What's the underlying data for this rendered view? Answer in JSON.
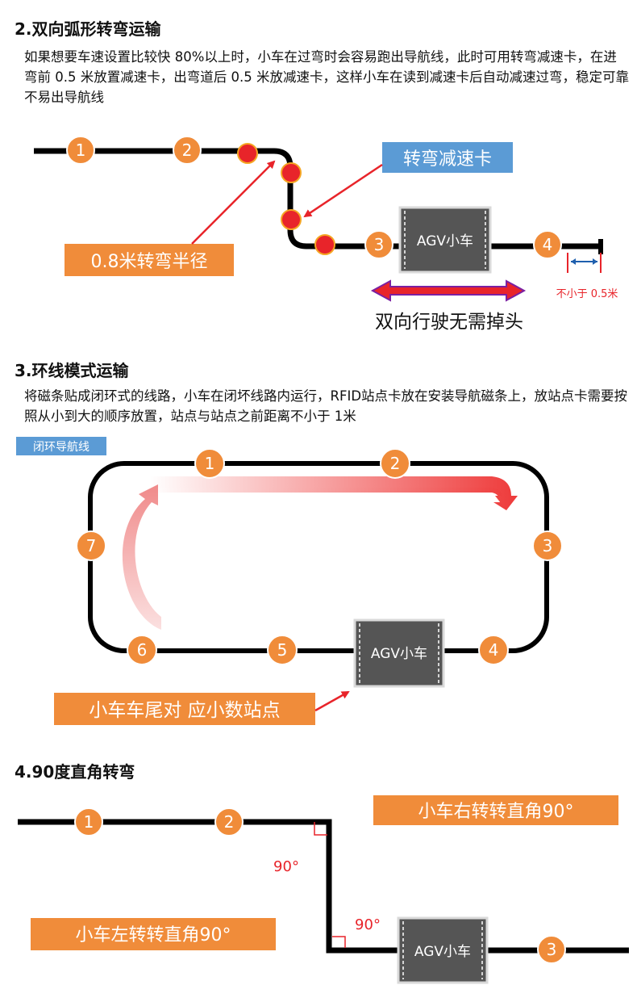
{
  "s2": {
    "title": "2.双向弧形转弯运输",
    "desc": "如果想要车速设置比较快 80%以上时，小车在过弯时会容易跑出导航线，此时可用转弯减速卡，在进弯前 0.5 米放置减速卡，出弯道后 0.5 米放减速卡，这样小车在读到减速卡后自动减速过弯，稳定可靠不易出导航线",
    "node_labels": [
      "1",
      "2",
      "3",
      "4"
    ],
    "card_label": "转弯减速卡",
    "radius_label": "0.8米转弯半径",
    "agv_label": "AGV小车",
    "distance_label": "不小于 0.5米",
    "direction_label": "双向行驶无需掉头"
  },
  "s3": {
    "title": "3.环线模式运输",
    "desc": "将磁条贴成闭环式的线路，小车在闭坏线路内运行，RFID站点卡放在安装导航磁条上，放站点卡需要按照从小到大的顺序放置，站点与站点之前距离不小于 1米",
    "tag": "闭环导航线",
    "node_labels": [
      "1",
      "2",
      "3",
      "4",
      "5",
      "6",
      "7"
    ],
    "agv_label": "AGV小车",
    "callout": "小车车尾对 应小数站点"
  },
  "s4": {
    "title": "4.90度直角转弯",
    "right_label": "小车右转转直角90°",
    "left_label": "小车左转转直角90°",
    "angle_label": "90°",
    "node_labels": [
      "1",
      "2",
      "3"
    ],
    "agv_label": "AGV小车"
  },
  "colors": {
    "orange": "#f08c3a",
    "blue_box": "#5b9bd5",
    "red": "#e8242a",
    "agv": "#555555",
    "track": "#000000"
  }
}
